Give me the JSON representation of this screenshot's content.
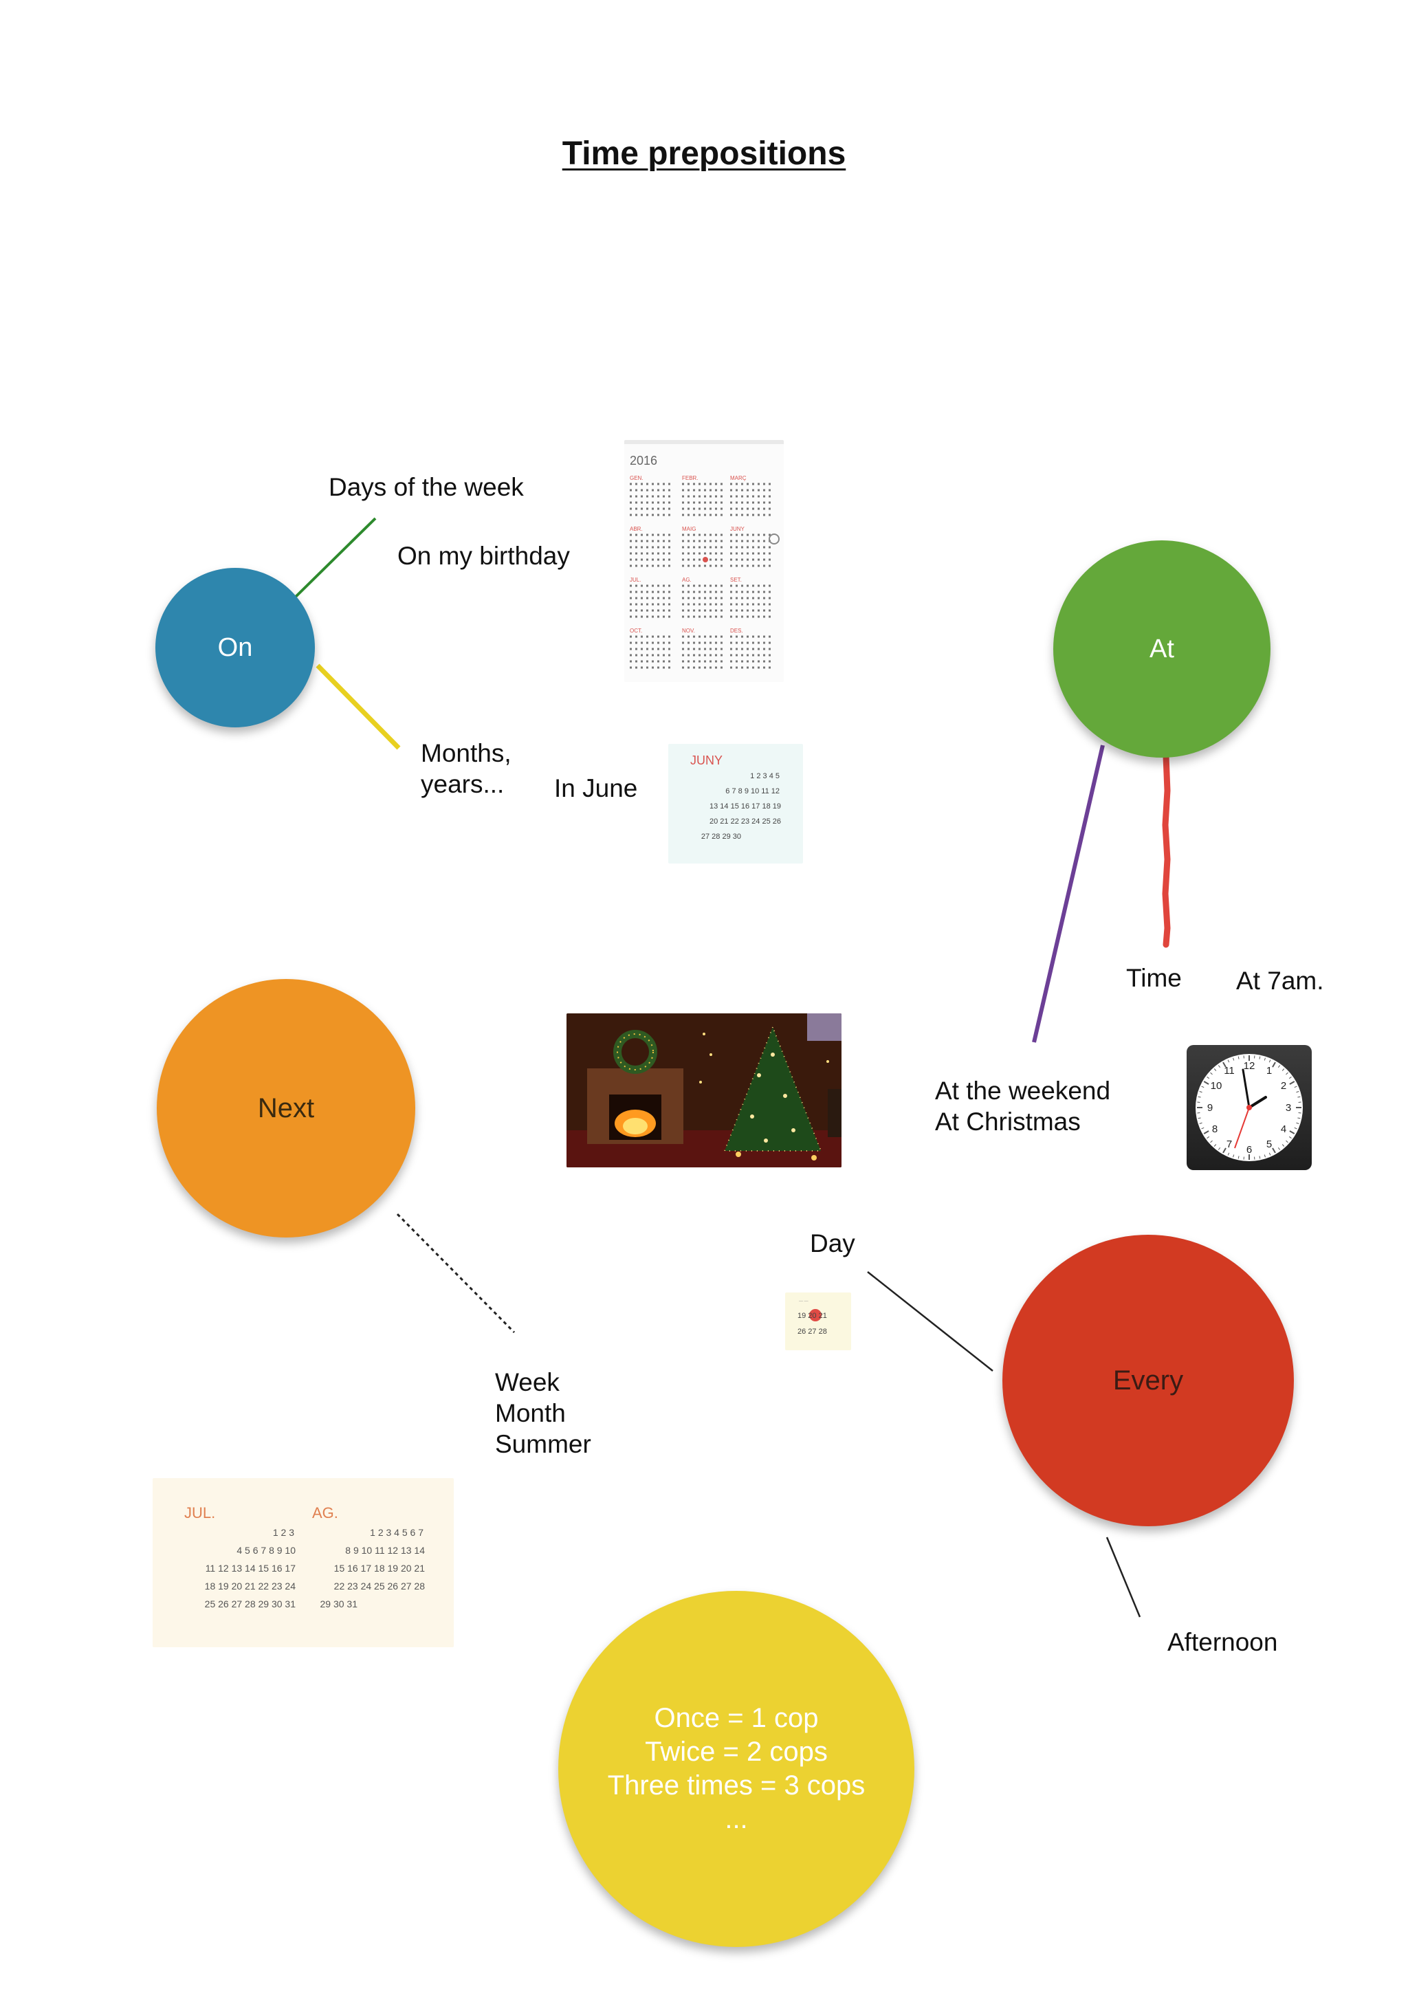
{
  "title": "Time prepositions",
  "colors": {
    "on": "#2e86ad",
    "at": "#64a83a",
    "next": "#ee9424",
    "every": "#d23a22",
    "yellow": "#ecd231",
    "line_green": "#2d8a2d",
    "line_yellow": "#e8d020",
    "line_purple": "#6c3f96",
    "line_red": "#e0453c"
  },
  "circles": {
    "on": "On",
    "at": "At",
    "next": "Next",
    "every": "Every",
    "counting": [
      "Once = 1 cop",
      "Twice = 2 cops",
      "Three times = 3 cops",
      "..."
    ]
  },
  "labels": {
    "days_of_week": "Days of the week",
    "birthday": "On my birthday",
    "months_years": [
      "Months,",
      "years..."
    ],
    "in_june": "In June",
    "time": "Time",
    "at_7am": "At 7am.",
    "weekend_christmas": [
      "At the weekend",
      "At Christmas"
    ],
    "day": "Day",
    "week_month_summer": [
      "Week",
      "Month",
      "Summer"
    ],
    "afternoon": "Afternoon"
  },
  "calendar_2016": {
    "year": "2016",
    "months": [
      "GEN.",
      "FEBR.",
      "MARÇ",
      "ABR.",
      "MAIG",
      "JUNY",
      "JUL.",
      "AG.",
      "SET.",
      "OCT.",
      "NOV.",
      "DES."
    ]
  },
  "calendar_june": {
    "month": "JUNY",
    "rows": [
      "1  2  3  4  5",
      "6  7  8  9  10  11  12",
      "13  14  15  16  17  18  19",
      "20  21  22  23  24  25  26",
      "27  28  29  30"
    ]
  },
  "calendar_jul_ag": {
    "months": [
      "JUL.",
      "AG."
    ],
    "jul_rows": [
      "1  2  3",
      "4  5  6  7  8  9  10",
      "11  12  13  14  15  16  17",
      "18  19  20  21  22  23  24",
      "25  26  27  28  29  30  31"
    ],
    "ag_rows": [
      "1  2  3  4  5  6  7",
      "8  9  10  11  12  13  14",
      "15  16  17  18  19  20  21",
      "22  23  24  25  26  27  28",
      "29  30  31"
    ]
  },
  "calendar_snippet": {
    "rows": [
      "19  20  21",
      "26  27  28"
    ]
  },
  "clock": {
    "numbers": [
      "12",
      "1",
      "2",
      "3",
      "4",
      "5",
      "6",
      "7",
      "8",
      "9",
      "10",
      "11"
    ]
  },
  "images": {
    "christmas": "christmas-fireplace-photo",
    "clock": "clock-icon"
  }
}
